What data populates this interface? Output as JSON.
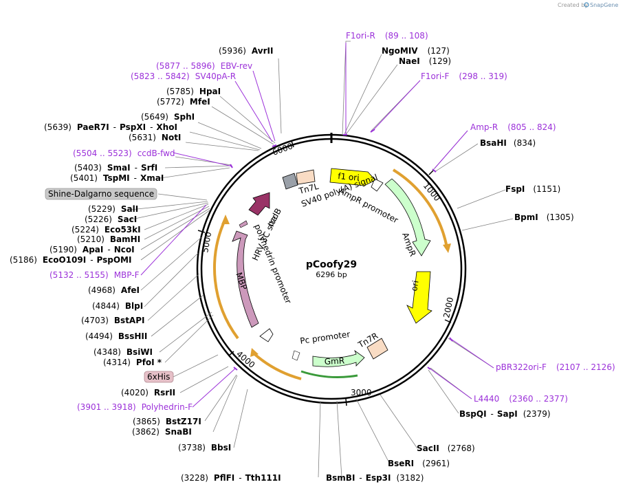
{
  "credit": {
    "created_by": "Created by",
    "brand": "SnapGene"
  },
  "plasmid": {
    "name": "pCoofy29",
    "size": "6296 bp"
  },
  "ticks": [
    "1000",
    "2000",
    "3000",
    "4000",
    "5000",
    "6000"
  ],
  "sites_right": [
    {
      "name": "NgoMIV",
      "pos": "(127)"
    },
    {
      "name": "NaeI",
      "pos": "(129)"
    },
    {
      "name": "BsaHI",
      "pos": "(834)"
    },
    {
      "name": "FspI",
      "pos": "(1151)"
    },
    {
      "name": "BpmI",
      "pos": "(1305)"
    },
    {
      "name": "SacII",
      "pos": "(2768)"
    },
    {
      "name": "BseRI",
      "pos": "(2961)"
    },
    {
      "name": "SapI",
      "pos": "(2379)"
    }
  ],
  "sites_left": [
    {
      "name": "AvrII",
      "pos": "(5936)"
    },
    {
      "name": "HpaI",
      "pos": "(5785)"
    },
    {
      "name": "MfeI",
      "pos": "(5772)"
    },
    {
      "name": "SphI",
      "pos": "(5649)"
    },
    {
      "name": "NotI",
      "pos": "(5631)"
    },
    {
      "name": "SalI",
      "pos": "(5229)"
    },
    {
      "name": "SacI",
      "pos": "(5226)"
    },
    {
      "name": "Eco53kI",
      "pos": "(5224)"
    },
    {
      "name": "BamHI",
      "pos": "(5210)"
    },
    {
      "name": "AfeI",
      "pos": "(4968)"
    },
    {
      "name": "BlpI",
      "pos": "(4844)"
    },
    {
      "name": "BstAPI",
      "pos": "(4703)"
    },
    {
      "name": "BssHII",
      "pos": "(4494)"
    },
    {
      "name": "BsiWI",
      "pos": "(4348)"
    },
    {
      "name": "PfoI *",
      "pos": "(4314)"
    },
    {
      "name": "RsrII",
      "pos": "(4020)"
    },
    {
      "name": "BstZ17I",
      "pos": "(3865)"
    },
    {
      "name": "SnaBI",
      "pos": "(3862)"
    },
    {
      "name": "BbsI",
      "pos": "(3738)"
    }
  ],
  "site_pairs": {
    "paer7i": {
      "pos": "(5639)",
      "a": "PaeR7I",
      "b": "PspXI",
      "c": "XhoI"
    },
    "smai": {
      "pos": "(5403)",
      "a": "SmaI",
      "b": "SrfI"
    },
    "tspmi": {
      "pos": "(5401)",
      "a": "TspMI",
      "b": "XmaI"
    },
    "apai": {
      "pos": "(5190)",
      "a": "ApaI",
      "b": "NcoI"
    },
    "ecoo109i": {
      "pos": "(5186)",
      "a": "EcoO109I",
      "b": "PspOMI"
    },
    "bspqi": {
      "a": "BspQI",
      "b": "SapI",
      "pos": "(2379)"
    },
    "bsmbi": {
      "a": "BsmBI",
      "b": "Esp3I",
      "pos": "(3182)"
    },
    "pflfi": {
      "pos": "(3228)",
      "a": "PflFI",
      "b": "Tth111I"
    }
  },
  "primers": [
    {
      "name": "F1ori-R",
      "range": "(89 .. 108)"
    },
    {
      "name": "F1ori-F",
      "range": "(298 .. 319)"
    },
    {
      "name": "Amp-R",
      "range": "(805 .. 824)"
    },
    {
      "name": "pBR322ori-F",
      "range": "(2107 .. 2126)"
    },
    {
      "name": "L4440",
      "range": "(2360 .. 2377)"
    },
    {
      "name": "EBV-rev",
      "range": "(5877 .. 5896)"
    },
    {
      "name": "SV40pA-R",
      "range": "(5823 .. 5842)"
    },
    {
      "name": "ccdB-fwd",
      "range": "(5504 .. 5523)"
    },
    {
      "name": "MBP-F",
      "range": "(5132 .. 5155)"
    },
    {
      "name": "Polyhedrin-F",
      "range": "(3901 .. 3918)"
    }
  ],
  "boxed_labels": {
    "shine": "Shine-Dalgarno sequence",
    "his": "6xHis"
  },
  "features": {
    "f1ori": "f1 ori",
    "ampr_promoter": "AmpR promoter",
    "ampr": "AmpR",
    "ori": "ori",
    "tn7r": "Tn7R",
    "gmr": "GmR",
    "pc_promoter": "Pc promoter",
    "polyhedrin_promoter": "polyhedrin promoter",
    "mbp": "MBP",
    "hrv3c": "HRV 3C site",
    "ccdb": "ccdB",
    "sv40": "SV40 poly(A) signal",
    "tn7l": "Tn7L"
  },
  "colors": {
    "primer": "#9b30d9",
    "orf_outline": "#e0a030",
    "f1ori": "#ffff00",
    "ampr": "#ccffcc",
    "mbp": "#cc99bb",
    "ccdb": "#993366",
    "tn7": "#f9dcc4",
    "sv40": "#9aa0a8",
    "shine": "#c8c8c8",
    "his": "#e6c0c8"
  }
}
